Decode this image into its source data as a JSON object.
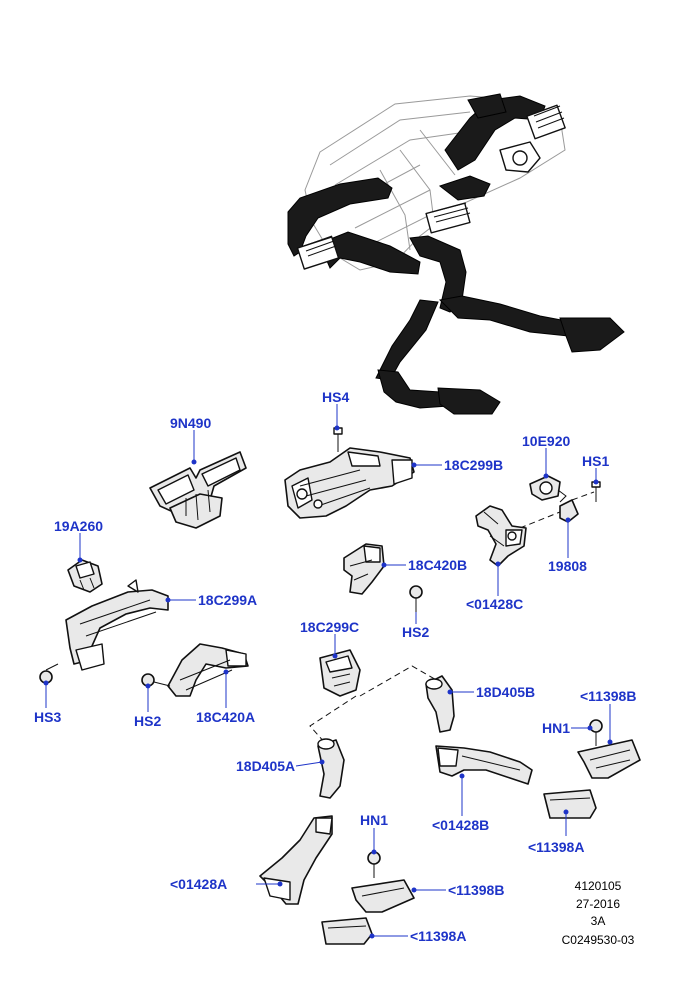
{
  "labels": {
    "hs4": "HS4",
    "n9n490": "9N490",
    "c18c299b": "18C299B",
    "e10e920": "10E920",
    "hs1": "HS1",
    "a19a260": "19A260",
    "c18c420b": "18C420B",
    "n19808": "19808",
    "c18c299a": "18C299A",
    "c01428c": "<01428C",
    "hs2a": "HS2",
    "hs3": "HS3",
    "hs2b": "HS2",
    "c18c420a": "18C420A",
    "c18c299c": "18C299C",
    "d18d405b": "18D405B",
    "c11398b_top": "<11398B",
    "hn1a": "HN1",
    "d18d405a": "18D405A",
    "c01428b": "<01428B",
    "hn1b": "HN1",
    "c11398a_mid": "<11398A",
    "c01428a": "<01428A",
    "c11398b_bot": "<11398B",
    "c11398a_bot": "<11398A"
  },
  "reference": {
    "line1": "4120105",
    "line2": "27-2016",
    "line3": "3A",
    "line4": "C0249530-03"
  },
  "colors": {
    "label": "#1e34c8",
    "part_line": "#111111",
    "duct": "#1a1a1a"
  }
}
